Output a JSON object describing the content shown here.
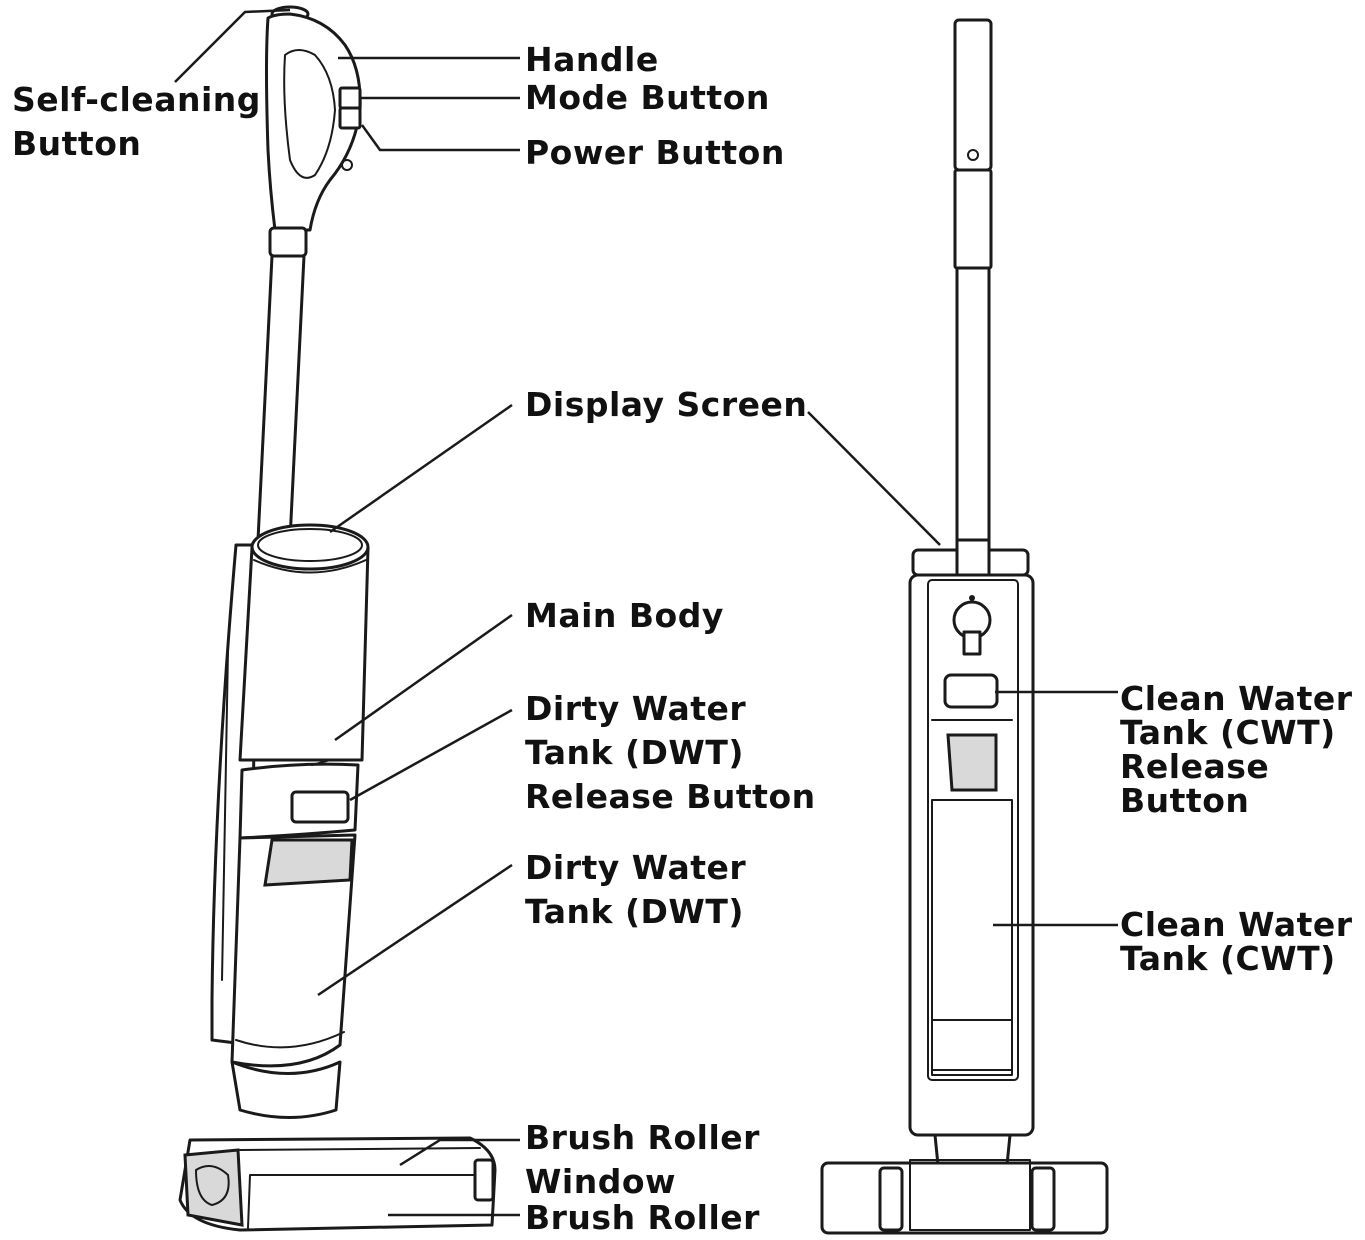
{
  "labels": {
    "self_cleaning_button": "Self-cleaning\nButton",
    "handle": "Handle",
    "mode_button": "Mode Button",
    "power_button": "Power Button",
    "display_screen": "Display Screen",
    "main_body": "Main Body",
    "dwt_release_button": "Dirty Water\nTank (DWT)\nRelease Button",
    "dirty_water_tank": "Dirty Water\nTank (DWT)",
    "brush_roller_window": "Brush Roller\nWindow",
    "brush_roller": "Brush Roller",
    "cwt_release_button": "Clean Water\nTank (CWT)\nRelease\nButton",
    "clean_water_tank": "Clean Water\nTank (CWT)"
  },
  "colors": {
    "line": "#1a1a1a",
    "text": "#111111",
    "background": "#ffffff"
  }
}
